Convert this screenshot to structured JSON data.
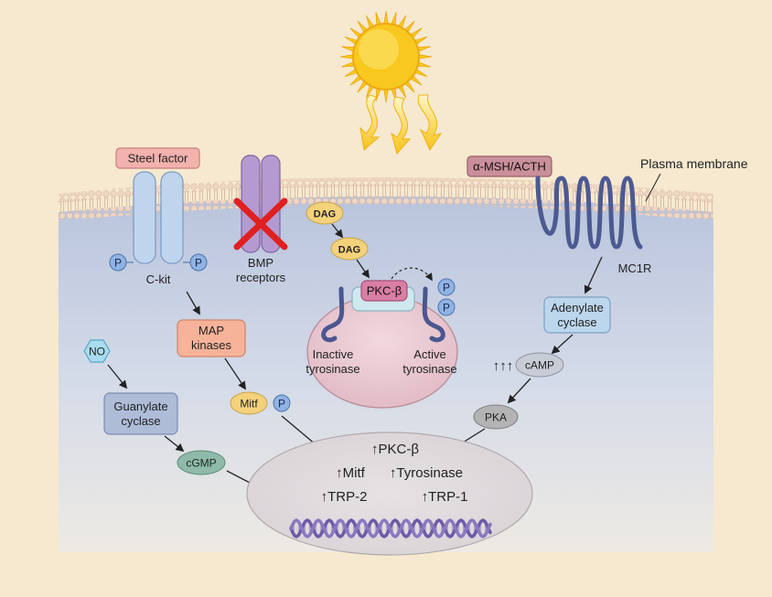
{
  "labels": {
    "steel_factor": "Steel factor",
    "ckit": "C-kit",
    "bmp_line1": "BMP",
    "bmp_line2": "receptors",
    "dag_top": "DAG",
    "dag_inner": "DAG",
    "pkc": "PKC-β",
    "msh": "α-MSH/ACTH",
    "plasma_membrane": "Plasma membrane",
    "mc1r": "MC1R",
    "map_line1": "MAP",
    "map_line2": "kinases",
    "no": "NO",
    "guanylate_line1": "Guanylate",
    "guanylate_line2": "cyclase",
    "mitf": "Mitf",
    "cgmp": "cGMP",
    "adenylate_line1": "Adenylate",
    "adenylate_line2": "cyclase",
    "camp": "cAMP",
    "camp_arrows": "↑↑↑",
    "pka": "PKA",
    "inactive_line1": "Inactive",
    "inactive_line2": "tyrosinase",
    "active_line1": "Active",
    "active_line2": "tyrosinase",
    "phospho": "P"
  },
  "nucleus_genes": {
    "pkc": "↑PKC-β",
    "mitf": "↑Mitf",
    "tyrosinase": "↑Tyrosinase",
    "trp2": "↑TRP-2",
    "trp1": "↑TRP-1"
  },
  "colors": {
    "background": "#f6e9cf",
    "cytoplasm": "#cfd8e8",
    "membrane": "#e8c9b4",
    "sun": "#f8c81e",
    "inhibition_cross": "#e02020",
    "receptor": "#b8d0ea",
    "bmp_receptor": "#a98cc6",
    "mc1r": "#4c5a92",
    "map_kinase_box": "#f7b39a",
    "guanylate_box": "#aebcd8",
    "dag": "#f4d27c",
    "phospho": "#8fb3e4",
    "cgmp": "#8fb9a8"
  }
}
